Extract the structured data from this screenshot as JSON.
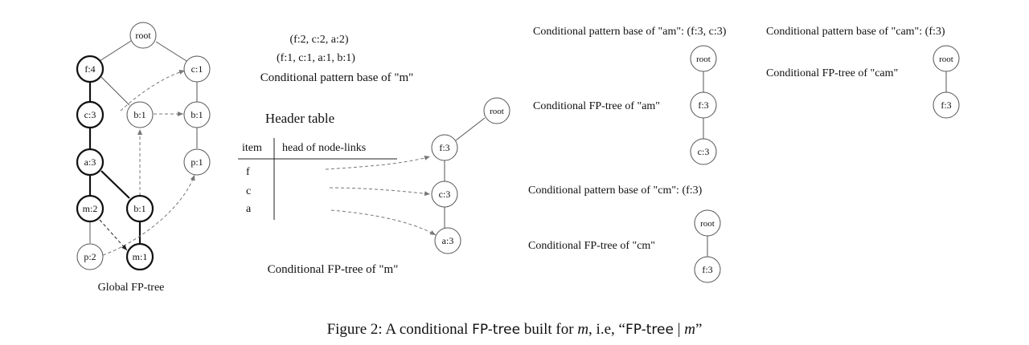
{
  "global_tree": {
    "caption": "Global FP-tree",
    "nodes": {
      "root": "root",
      "f4": "f:4",
      "c1_right": "c:1",
      "c3": "c:3",
      "b1_mid": "b:1",
      "b1_right": "b:1",
      "a3": "a:3",
      "p1": "p:1",
      "m2": "m:2",
      "b1_low": "b:1",
      "p2": "p:2",
      "m1": "m:1"
    }
  },
  "pattern_base_m": {
    "line1": "(f:2, c:2, a:2)",
    "line2": "(f:1, c:1, a:1, b:1)",
    "title": "Conditional pattern base of \"m\""
  },
  "header_table": {
    "title": "Header table",
    "col_item": "item",
    "col_links": "head of node-links",
    "items": [
      "f",
      "c",
      "a"
    ]
  },
  "cond_tree_m": {
    "caption": "Conditional FP-tree of \"m\"",
    "nodes": {
      "root": "root",
      "f3": "f:3",
      "c3": "c:3",
      "a3": "a:3"
    }
  },
  "am": {
    "pattern_base": "Conditional pattern base of \"am\": (f:3, c:3)",
    "tree_label": "Conditional FP-tree of \"am\"",
    "nodes": {
      "root": "root",
      "f3": "f:3",
      "c3": "c:3"
    }
  },
  "cam": {
    "pattern_base": "Conditional pattern base of \"cam\": (f:3)",
    "tree_label": "Conditional FP-tree of \"cam\"",
    "nodes": {
      "root": "root",
      "f3": "f:3"
    }
  },
  "cm": {
    "pattern_base": "Conditional pattern base of \"cm\": (f:3)",
    "tree_label": "Conditional FP-tree of \"cm\"",
    "nodes": {
      "root": "root",
      "f3": "f:3"
    }
  },
  "figure_caption": {
    "prefix": "Figure 2:  A conditional ",
    "fp": "FP-tree",
    "mid": " built for ",
    "m": "m",
    "suffix": ", i.e, “",
    "fp2": "FP-tree",
    "bar": " | ",
    "m2": "m",
    "end": "”"
  }
}
